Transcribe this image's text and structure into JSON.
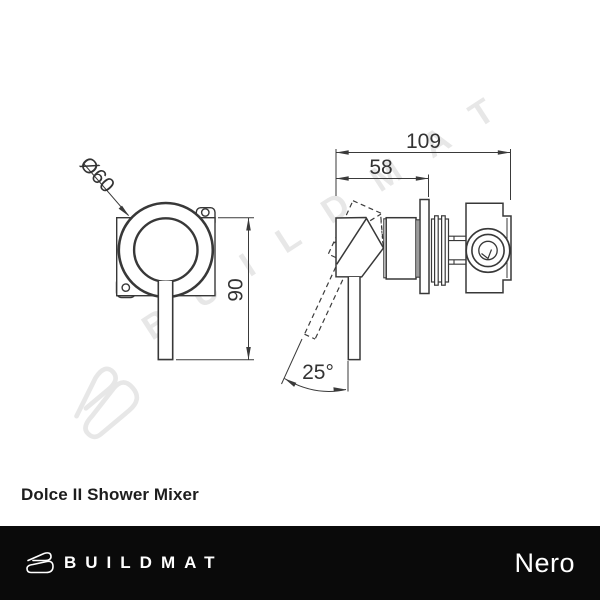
{
  "title": "Dolce II Shower Mixer",
  "watermark": {
    "text": "BUILDMAT"
  },
  "drawing": {
    "front_view": {
      "diameter_label": "Ø60",
      "height_label": "90"
    },
    "side_view": {
      "total_depth_label": "109",
      "body_depth_label": "58",
      "handle_angle_label": "25°"
    }
  },
  "footer": {
    "brand": "BUILDMAT",
    "partner_brand": "Nero"
  },
  "colors": {
    "line": "#383838",
    "dimension_line": "#3a3a3a",
    "watermark": "#e7e7e7",
    "footer_background": "#0a0a0a",
    "title_text": "#1d1d1d",
    "footer_text": "#ffffff"
  }
}
